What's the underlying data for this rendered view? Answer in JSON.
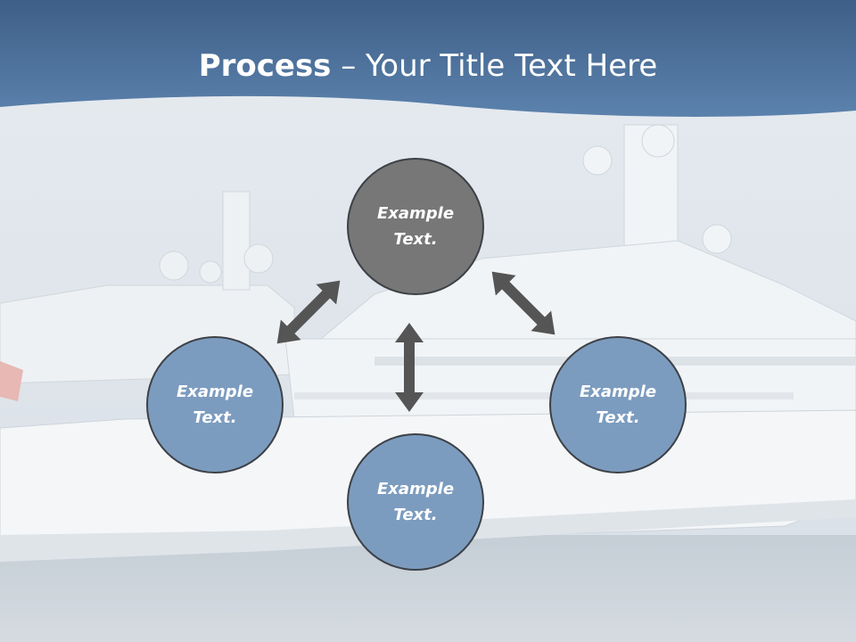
{
  "slide": {
    "title_bold": "Process",
    "title_rest": " – Your Title Text Here"
  },
  "nodes": {
    "top": {
      "line1": "Example",
      "line2": "Text."
    },
    "left": {
      "line1": "Example",
      "line2": "Text."
    },
    "right": {
      "line1": "Example",
      "line2": "Text."
    },
    "bottom": {
      "line1": "Example",
      "line2": "Text."
    }
  },
  "colors": {
    "header_band": "#4a6f99",
    "top_node_fill": "#777777",
    "node_fill": "#7c9cbf",
    "node_border": "#3d4147",
    "arrow": "#555555"
  }
}
